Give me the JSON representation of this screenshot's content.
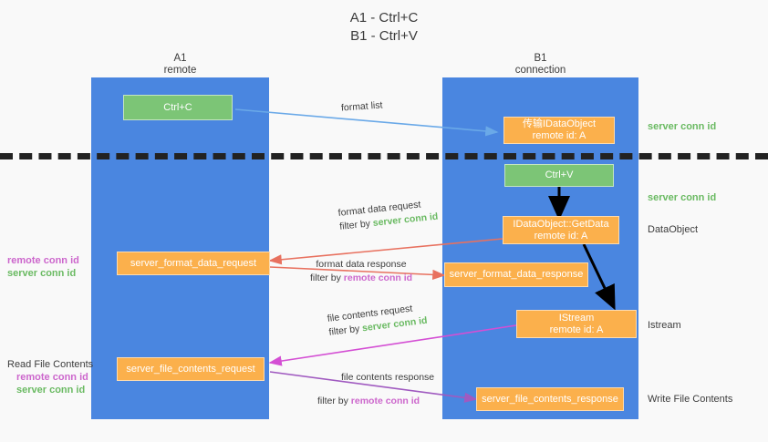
{
  "title": {
    "line1": "A1 - Ctrl+C",
    "line2": "B1 - Ctrl+V"
  },
  "columns": [
    {
      "name": "A1",
      "sub": "remote"
    },
    {
      "name": "B1",
      "sub": "connection"
    }
  ],
  "nodes": {
    "ctrl_c": "Ctrl+C",
    "ctrl_v": "Ctrl+V",
    "idataobject_top_line1": "传输IDataObject",
    "idataobject_top_line2": "remote id: A",
    "getdata_line1": "IDataObject::GetData",
    "getdata_line2": "remote id: A",
    "istream_line1": "IStream",
    "istream_line2": "remote id: A",
    "server_format_data_request": "server_format_data_request",
    "server_format_data_response": "server_format_data_response",
    "server_file_contents_request": "server_file_contents_request",
    "server_file_contents_response": "server_file_contents_response"
  },
  "edge_labels": {
    "format_list": "format list",
    "format_data_request": "format data request",
    "format_data_request_filter_prefix": "filter by ",
    "format_data_request_filter_value": "server conn id",
    "format_data_response": "format data response",
    "format_data_response_filter_prefix": "filter by ",
    "format_data_response_filter_value": "remote conn id",
    "file_contents_request": "file contents request",
    "file_contents_request_filter_prefix": "filter by ",
    "file_contents_request_filter_value": "server conn id",
    "file_contents_response": "file contents response",
    "file_contents_response_filter_prefix": "filter by ",
    "file_contents_response_filter_value": "remote conn id"
  },
  "right_labels": {
    "server_conn_id_top": "server conn id",
    "server_conn_id_second": "server conn id",
    "dataobject": "DataObject",
    "istream": "Istream",
    "write_file_contents": "Write File Contents"
  },
  "left_labels": {
    "remote_conn_id_1": "remote conn id",
    "server_conn_id_1": "server conn id",
    "read_file_contents": "Read File Contents",
    "remote_conn_id_2": "remote conn id",
    "server_conn_id_2": "server conn id"
  },
  "colors": {
    "lane": "#4a86e0",
    "green_node": "#7cc576",
    "orange_node": "#fbb04c",
    "server_conn_id": "#6aba62",
    "remote_conn_id": "#cc66cc",
    "blue_arrow": "#6aa9e8",
    "red_arrow": "#e8715f",
    "magenta_arrow": "#d44fd4",
    "purple_arrow": "#a05ac0",
    "black_arrow": "#000000"
  }
}
